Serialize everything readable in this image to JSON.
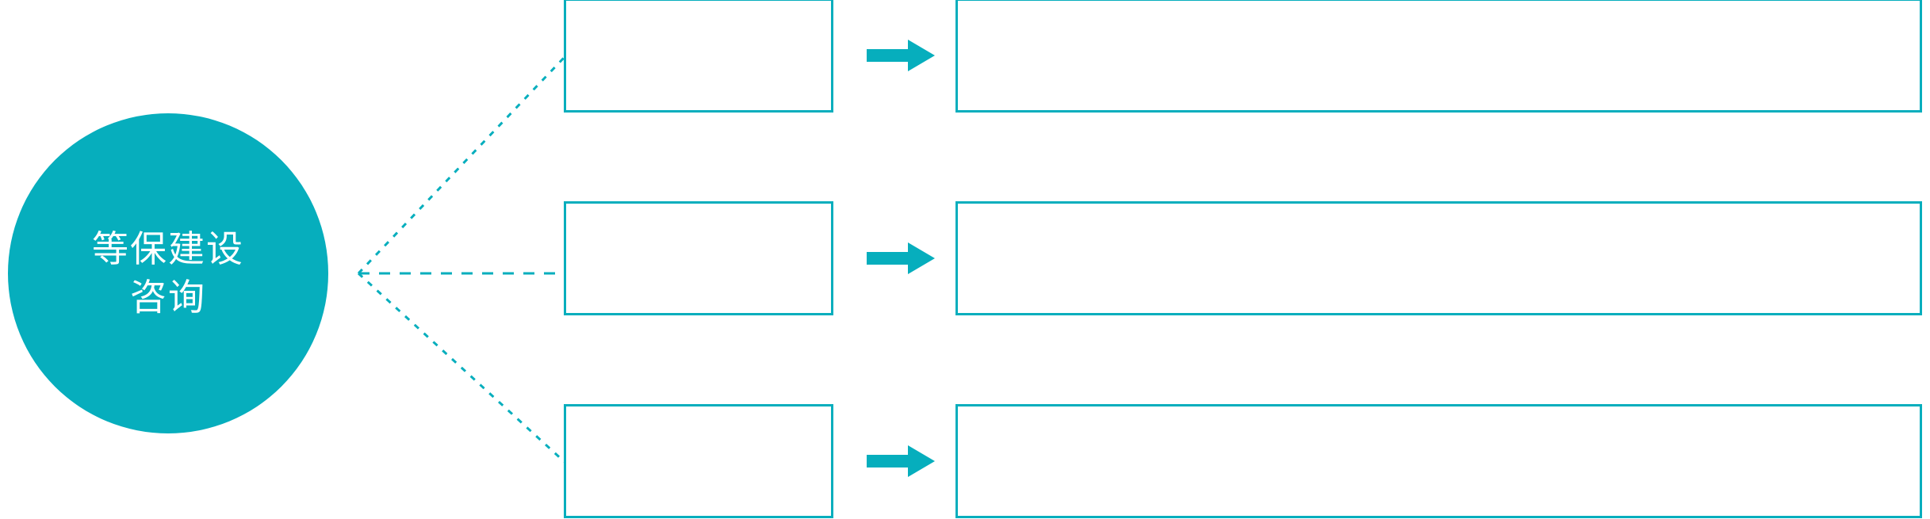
{
  "theme": {
    "accent_color": "#06aebd",
    "background_color": "#ffffff",
    "hub_text_color": "#ffffff"
  },
  "hub": {
    "name": "hub-node",
    "shape": "circle",
    "lines": [
      "等保建设",
      "咨询"
    ],
    "full_text": "等保建设咨询"
  },
  "connector": {
    "style": "dotted",
    "color": "#06aebd",
    "origin_label": "hub-right-edge",
    "branch_count": 3
  },
  "branches": [
    {
      "id": "branch-1",
      "position": "top",
      "label": "",
      "detail": "",
      "arrow_icon": "right-arrow-icon"
    },
    {
      "id": "branch-2",
      "position": "middle",
      "label": "",
      "detail": "",
      "arrow_icon": "right-arrow-icon"
    },
    {
      "id": "branch-3",
      "position": "bottom",
      "label": "",
      "detail": "",
      "arrow_icon": "right-arrow-icon"
    }
  ]
}
